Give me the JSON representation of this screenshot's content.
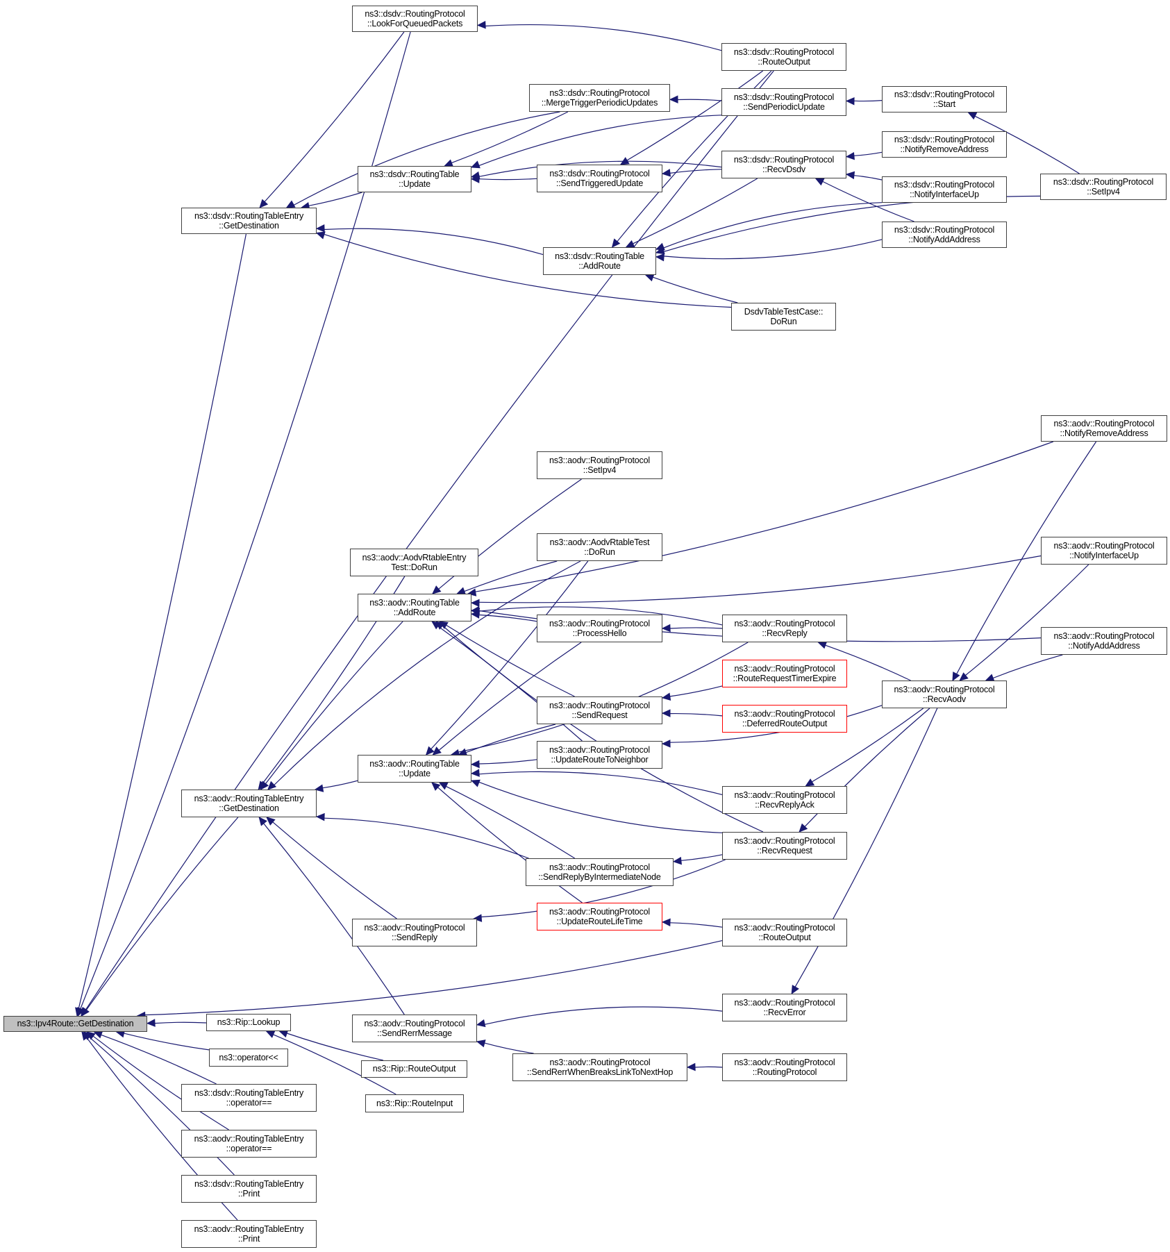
{
  "diagram": {
    "title": "Call graph of ns3::Ipv4Route::GetDestination",
    "colors": {
      "edge": "#191970",
      "node_border": "#404040",
      "root_fill": "#bfbfbf",
      "truncated_border": "#ff0000"
    },
    "nodes": [
      {
        "id": "root",
        "lines": [
          "ns3::Ipv4Route::GetDestination"
        ],
        "style": "root"
      },
      {
        "id": "dsdv_lfqp",
        "lines": [
          "ns3::dsdv::RoutingProtocol",
          "::LookForQueuedPackets"
        ]
      },
      {
        "id": "dsdv_ro",
        "lines": [
          "ns3::dsdv::RoutingProtocol",
          "::RouteOutput"
        ]
      },
      {
        "id": "dsdv_mtpu",
        "lines": [
          "ns3::dsdv::RoutingProtocol",
          "::MergeTriggerPeriodicUpdates"
        ]
      },
      {
        "id": "dsdv_spu",
        "lines": [
          "ns3::dsdv::RoutingProtocol",
          "::SendPeriodicUpdate"
        ]
      },
      {
        "id": "dsdv_start",
        "lines": [
          "ns3::dsdv::RoutingProtocol",
          "::Start"
        ]
      },
      {
        "id": "dsdv_nra",
        "lines": [
          "ns3::dsdv::RoutingProtocol",
          "::NotifyRemoveAddress"
        ]
      },
      {
        "id": "dsdv_rtupd",
        "lines": [
          "ns3::dsdv::RoutingTable",
          "::Update"
        ]
      },
      {
        "id": "dsdv_stu",
        "lines": [
          "ns3::dsdv::RoutingProtocol",
          "::SendTriggeredUpdate"
        ]
      },
      {
        "id": "dsdv_recv",
        "lines": [
          "ns3::dsdv::RoutingProtocol",
          "::RecvDsdv"
        ]
      },
      {
        "id": "dsdv_niu",
        "lines": [
          "ns3::dsdv::RoutingProtocol",
          "::NotifyInterfaceUp"
        ]
      },
      {
        "id": "dsdv_setipv4",
        "lines": [
          "ns3::dsdv::RoutingProtocol",
          "::SetIpv4"
        ]
      },
      {
        "id": "dsdv_rtegd",
        "lines": [
          "ns3::dsdv::RoutingTableEntry",
          "::GetDestination"
        ]
      },
      {
        "id": "dsdv_naa",
        "lines": [
          "ns3::dsdv::RoutingProtocol",
          "::NotifyAddAddress"
        ]
      },
      {
        "id": "dsdv_addroute",
        "lines": [
          "ns3::dsdv::RoutingTable",
          "::AddRoute"
        ]
      },
      {
        "id": "dsdv_test",
        "lines": [
          "DsdvTableTestCase::",
          "DoRun"
        ]
      },
      {
        "id": "aodv_nra",
        "lines": [
          "ns3::aodv::RoutingProtocol",
          "::NotifyRemoveAddress"
        ]
      },
      {
        "id": "aodv_setipv4",
        "lines": [
          "ns3::aodv::RoutingProtocol",
          "::SetIpv4"
        ]
      },
      {
        "id": "aodv_rtabletest",
        "lines": [
          "ns3::aodv::AodvRtableTest",
          "::DoRun"
        ]
      },
      {
        "id": "aodv_niu",
        "lines": [
          "ns3::aodv::RoutingProtocol",
          "::NotifyInterfaceUp"
        ]
      },
      {
        "id": "aodv_entrytest",
        "lines": [
          "ns3::aodv::AodvRtableEntry",
          "Test::DoRun"
        ]
      },
      {
        "id": "aodv_addroute",
        "lines": [
          "ns3::aodv::RoutingTable",
          "::AddRoute"
        ]
      },
      {
        "id": "aodv_hello",
        "lines": [
          "ns3::aodv::RoutingProtocol",
          "::ProcessHello"
        ]
      },
      {
        "id": "aodv_recvreply",
        "lines": [
          "ns3::aodv::RoutingProtocol",
          "::RecvReply"
        ]
      },
      {
        "id": "aodv_naa",
        "lines": [
          "ns3::aodv::RoutingProtocol",
          "::NotifyAddAddress"
        ]
      },
      {
        "id": "aodv_rrte",
        "lines": [
          "ns3::aodv::RoutingProtocol",
          "::RouteRequestTimerExpire"
        ],
        "style": "red"
      },
      {
        "id": "aodv_recvaodv",
        "lines": [
          "ns3::aodv::RoutingProtocol",
          "::RecvAodv"
        ]
      },
      {
        "id": "aodv_sendreq",
        "lines": [
          "ns3::aodv::RoutingProtocol",
          "::SendRequest"
        ]
      },
      {
        "id": "aodv_dro",
        "lines": [
          "ns3::aodv::RoutingProtocol",
          "::DeferredRouteOutput"
        ],
        "style": "red"
      },
      {
        "id": "aodv_urtn",
        "lines": [
          "ns3::aodv::RoutingProtocol",
          "::UpdateRouteToNeighbor"
        ]
      },
      {
        "id": "aodv_rtupd",
        "lines": [
          "ns3::aodv::RoutingTable",
          "::Update"
        ]
      },
      {
        "id": "aodv_rra",
        "lines": [
          "ns3::aodv::RoutingProtocol",
          "::RecvReplyAck"
        ]
      },
      {
        "id": "aodv_rtegd",
        "lines": [
          "ns3::aodv::RoutingTableEntry",
          "::GetDestination"
        ]
      },
      {
        "id": "aodv_recvreq",
        "lines": [
          "ns3::aodv::RoutingProtocol",
          "::RecvRequest"
        ]
      },
      {
        "id": "aodv_srbin",
        "lines": [
          "ns3::aodv::RoutingProtocol",
          "::SendReplyByIntermediateNode"
        ]
      },
      {
        "id": "aodv_urlt",
        "lines": [
          "ns3::aodv::RoutingProtocol",
          "::UpdateRouteLifeTime"
        ],
        "style": "red"
      },
      {
        "id": "aodv_sendreply",
        "lines": [
          "ns3::aodv::RoutingProtocol",
          "::SendReply"
        ]
      },
      {
        "id": "aodv_ro",
        "lines": [
          "ns3::aodv::RoutingProtocol",
          "::RouteOutput"
        ]
      },
      {
        "id": "aodv_recverr",
        "lines": [
          "ns3::aodv::RoutingProtocol",
          "::RecvError"
        ]
      },
      {
        "id": "rip_lookup",
        "lines": [
          "ns3::Rip::Lookup"
        ]
      },
      {
        "id": "aodv_srm",
        "lines": [
          "ns3::aodv::RoutingProtocol",
          "::SendRerrMessage"
        ]
      },
      {
        "id": "op_ltlt",
        "lines": [
          "ns3::operator<<"
        ]
      },
      {
        "id": "rip_ro",
        "lines": [
          "ns3::Rip::RouteOutput"
        ]
      },
      {
        "id": "aodv_srwb",
        "lines": [
          "ns3::aodv::RoutingProtocol",
          "::SendRerrWhenBreaksLinkToNextHop"
        ]
      },
      {
        "id": "aodv_rpctor",
        "lines": [
          "ns3::aodv::RoutingProtocol",
          "::RoutingProtocol"
        ]
      },
      {
        "id": "rip_ri",
        "lines": [
          "ns3::Rip::RouteInput"
        ]
      },
      {
        "id": "dsdv_opeq",
        "lines": [
          "ns3::dsdv::RoutingTableEntry",
          "::operator=="
        ]
      },
      {
        "id": "aodv_opeq",
        "lines": [
          "ns3::aodv::RoutingTableEntry",
          "::operator=="
        ]
      },
      {
        "id": "dsdv_print",
        "lines": [
          "ns3::dsdv::RoutingTableEntry",
          "::Print"
        ]
      },
      {
        "id": "aodv_print",
        "lines": [
          "ns3::aodv::RoutingTableEntry",
          "::Print"
        ]
      }
    ],
    "edges": [
      [
        "dsdv_lfqp",
        "root"
      ],
      [
        "dsdv_ro",
        "root"
      ],
      [
        "dsdv_rtegd",
        "root"
      ],
      [
        "aodv_rtegd",
        "root"
      ],
      [
        "aodv_ro",
        "root"
      ],
      [
        "rip_lookup",
        "root"
      ],
      [
        "op_ltlt",
        "root"
      ],
      [
        "dsdv_opeq",
        "root"
      ],
      [
        "aodv_opeq",
        "root"
      ],
      [
        "dsdv_print",
        "root"
      ],
      [
        "aodv_print",
        "root"
      ],
      [
        "dsdv_ro",
        "dsdv_lfqp"
      ],
      [
        "dsdv_lfqp",
        "dsdv_rtegd"
      ],
      [
        "dsdv_mtpu",
        "dsdv_rtegd"
      ],
      [
        "dsdv_rtupd",
        "dsdv_rtegd"
      ],
      [
        "dsdv_addroute",
        "dsdv_rtegd"
      ],
      [
        "dsdv_test",
        "dsdv_rtegd"
      ],
      [
        "dsdv_spu",
        "dsdv_mtpu"
      ],
      [
        "dsdv_mtpu",
        "dsdv_rtupd"
      ],
      [
        "dsdv_spu",
        "dsdv_rtupd"
      ],
      [
        "dsdv_stu",
        "dsdv_rtupd"
      ],
      [
        "dsdv_recv",
        "dsdv_rtupd"
      ],
      [
        "dsdv_ro",
        "dsdv_stu"
      ],
      [
        "dsdv_recv",
        "dsdv_stu"
      ],
      [
        "dsdv_start",
        "dsdv_spu"
      ],
      [
        "dsdv_setipv4",
        "dsdv_start"
      ],
      [
        "dsdv_nra",
        "dsdv_recv"
      ],
      [
        "dsdv_niu",
        "dsdv_recv"
      ],
      [
        "dsdv_naa",
        "dsdv_recv"
      ],
      [
        "dsdv_ro",
        "dsdv_addroute"
      ],
      [
        "dsdv_recv",
        "dsdv_addroute"
      ],
      [
        "dsdv_niu",
        "dsdv_addroute"
      ],
      [
        "dsdv_naa",
        "dsdv_addroute"
      ],
      [
        "dsdv_setipv4",
        "dsdv_addroute"
      ],
      [
        "dsdv_test",
        "dsdv_addroute"
      ],
      [
        "aodv_addroute",
        "aodv_rtegd"
      ],
      [
        "aodv_rtupd",
        "aodv_rtegd"
      ],
      [
        "aodv_srbin",
        "aodv_rtegd"
      ],
      [
        "aodv_sendreply",
        "aodv_rtegd"
      ],
      [
        "aodv_srm",
        "aodv_rtegd"
      ],
      [
        "aodv_entrytest",
        "aodv_rtegd"
      ],
      [
        "aodv_rtabletest",
        "aodv_rtegd"
      ],
      [
        "aodv_nra",
        "aodv_addroute"
      ],
      [
        "aodv_recvreply",
        "aodv_addroute"
      ],
      [
        "aodv_recvreq",
        "aodv_addroute"
      ],
      [
        "aodv_setipv4",
        "aodv_addroute"
      ],
      [
        "aodv_niu",
        "aodv_addroute"
      ],
      [
        "aodv_rtabletest",
        "aodv_addroute"
      ],
      [
        "aodv_naa",
        "aodv_addroute"
      ],
      [
        "aodv_hello",
        "aodv_addroute"
      ],
      [
        "aodv_sendreq",
        "aodv_addroute"
      ],
      [
        "aodv_urtn",
        "aodv_addroute"
      ],
      [
        "aodv_rtabletest",
        "aodv_rtupd"
      ],
      [
        "aodv_hello",
        "aodv_rtupd"
      ],
      [
        "aodv_recvreply",
        "aodv_rtupd"
      ],
      [
        "aodv_sendreq",
        "aodv_rtupd"
      ],
      [
        "aodv_urtn",
        "aodv_rtupd"
      ],
      [
        "aodv_rra",
        "aodv_rtupd"
      ],
      [
        "aodv_recvreq",
        "aodv_rtupd"
      ],
      [
        "aodv_srbin",
        "aodv_rtupd"
      ],
      [
        "aodv_urlt",
        "aodv_rtupd"
      ],
      [
        "aodv_recvreply",
        "aodv_hello"
      ],
      [
        "aodv_rrte",
        "aodv_sendreq"
      ],
      [
        "aodv_dro",
        "aodv_sendreq"
      ],
      [
        "aodv_recvaodv",
        "aodv_urtn"
      ],
      [
        "aodv_recvaodv",
        "aodv_recvreply"
      ],
      [
        "aodv_recvaodv",
        "aodv_rra"
      ],
      [
        "aodv_recvaodv",
        "aodv_recvreq"
      ],
      [
        "aodv_recvaodv",
        "aodv_recverr"
      ],
      [
        "aodv_nra",
        "aodv_recvaodv"
      ],
      [
        "aodv_niu",
        "aodv_recvaodv"
      ],
      [
        "aodv_naa",
        "aodv_recvaodv"
      ],
      [
        "aodv_recvreq",
        "aodv_srbin"
      ],
      [
        "aodv_ro",
        "aodv_urlt"
      ],
      [
        "aodv_recvreq",
        "aodv_sendreply"
      ],
      [
        "aodv_recverr",
        "aodv_srm"
      ],
      [
        "aodv_srwb",
        "aodv_srm"
      ],
      [
        "aodv_rpctor",
        "aodv_srwb"
      ],
      [
        "rip_ro",
        "rip_lookup"
      ],
      [
        "rip_ri",
        "rip_lookup"
      ]
    ]
  }
}
